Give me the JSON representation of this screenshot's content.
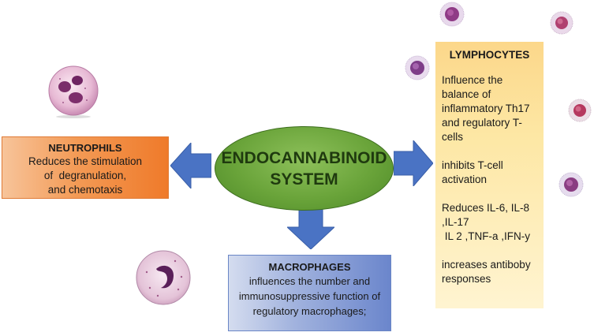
{
  "center": {
    "line1": "ENDOCANNABINOID",
    "line2": "SYSTEM"
  },
  "neutrophils": {
    "title": "NEUTROPHILS",
    "lines": [
      "Reduces the stimulation",
      "of  degranulation,",
      "and chemotaxis"
    ]
  },
  "macrophages": {
    "title": "MACROPHAGES",
    "lines": [
      "influences the number and",
      "immunosuppressive function of",
      "regulatory macrophages;"
    ]
  },
  "lymphocytes": {
    "title": "LYMPHOCYTES",
    "p1": [
      "Influence the",
      "balance of",
      "inflammatory Th17",
      "and regulatory T-",
      "cells"
    ],
    "p2": [
      "inhibits T-cell",
      "activation"
    ],
    "p3": [
      "Reduces IL-6, IL-8",
      ",IL-17",
      " IL 2 ,TNF-a ,IFN-y"
    ],
    "p4": [
      "increases antiboby",
      "responses"
    ]
  },
  "colors": {
    "center": "#6aa43a",
    "neutrophils": "#f39a55",
    "macrophages": "#8ea3d8",
    "lymphocytes": "#fde7a4",
    "arrow": "#4a73c4"
  },
  "icons": [
    "neutrophil-cell-icon",
    "macrophage-cell-icon",
    "lymphocyte-cell-icon"
  ]
}
